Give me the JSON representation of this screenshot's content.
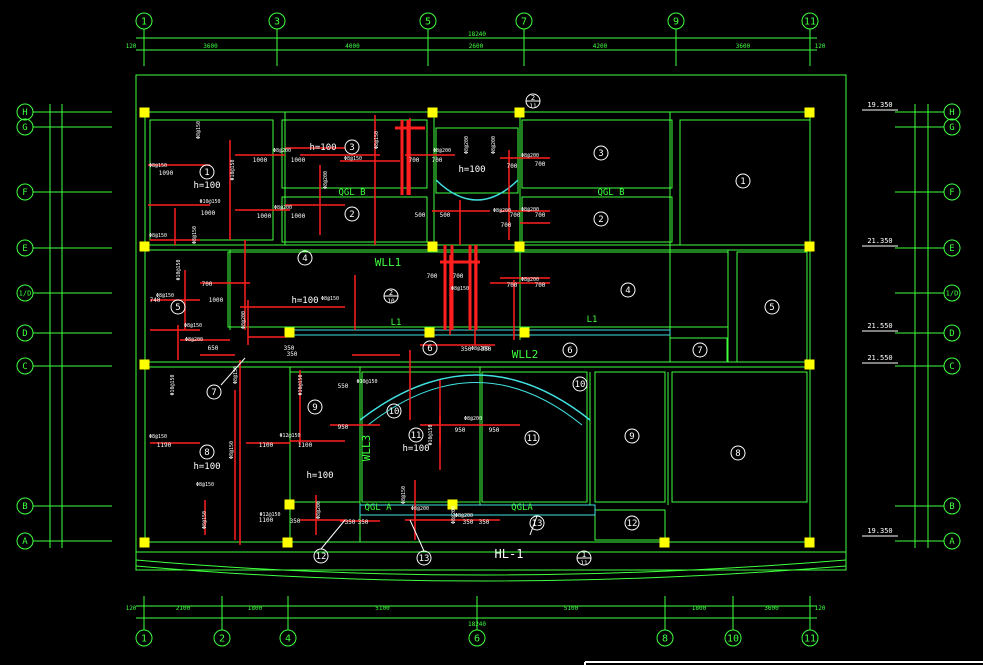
{
  "drawing": {
    "top_grid": [
      "1",
      "3",
      "5",
      "7",
      "9",
      "11"
    ],
    "bottom_grid": [
      "1",
      "2",
      "4",
      "6",
      "8",
      "10",
      "11"
    ],
    "left_grid": [
      "H",
      "G",
      "F",
      "E",
      "1/D",
      "D",
      "C",
      "B",
      "A"
    ],
    "right_grid": [
      "H",
      "G",
      "F",
      "E",
      "1/D",
      "D",
      "C",
      "B",
      "A"
    ],
    "top_dims": [
      "3600",
      "4000",
      "2600",
      "4200",
      "3600"
    ],
    "top_total": "18240",
    "bottom_dims": [
      "2100",
      "1800",
      "5100",
      "5100",
      "1800",
      "3600"
    ],
    "bottom_total": "18240",
    "edge_dim": "120",
    "elevations": [
      "19.350",
      "21.350",
      "21.550",
      "21.550",
      "19.350"
    ],
    "slab_numbers": [
      "1",
      "2",
      "3",
      "4",
      "5",
      "6",
      "7",
      "8",
      "9",
      "10",
      "11",
      "12",
      "13"
    ],
    "slab_thickness": "h=100",
    "beams": [
      "QGL B",
      "QGL B",
      "QGL A",
      "QGLA",
      "L1",
      "L1",
      "WLL1",
      "WLL2",
      "WLL3",
      "HL-1"
    ],
    "section_markers": [
      {
        "num": "2",
        "sheet": "11"
      },
      {
        "num": "2",
        "sheet": "10"
      },
      {
        "num": "1",
        "sheet": "11"
      }
    ],
    "rebar_labels": [
      "Φ8@150",
      "Φ8@200",
      "Φ10@150",
      "Φ10@200",
      "Φ12@150",
      "Φ8@200",
      "Φ8@150"
    ],
    "rebar_lengths": [
      "1090",
      "1000",
      "950",
      "700",
      "650",
      "550",
      "500",
      "350",
      "1100",
      "1190",
      "740"
    ]
  }
}
